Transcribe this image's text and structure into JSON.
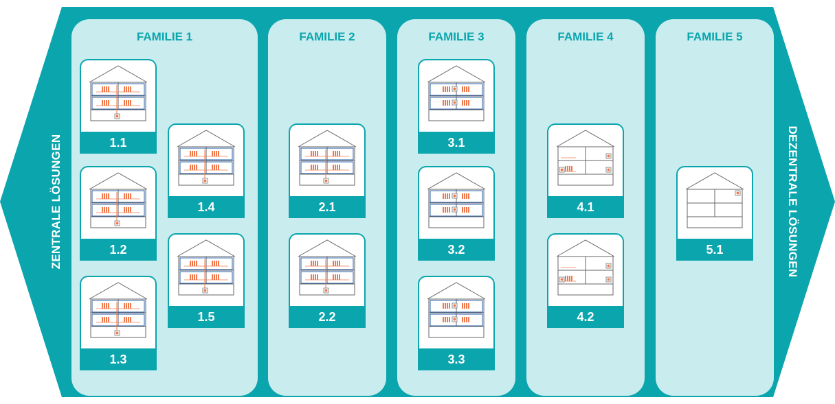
{
  "side_labels": {
    "left": "ZENTRALE LÖSUNGEN",
    "right": "DEZENTRALE LÖSUNGEN"
  },
  "colors": {
    "teal": "#0aa5ad",
    "panel": "#c9ecef",
    "radiator": "#f07a4d",
    "pipe": "#2a5fa8"
  },
  "families": [
    {
      "title": "FAMILIE 1",
      "cards": [
        {
          "label": "1.1"
        },
        {
          "label": "1.2"
        },
        {
          "label": "1.3"
        },
        {
          "label": "1.4"
        },
        {
          "label": "1.5"
        }
      ]
    },
    {
      "title": "FAMILIE 2",
      "cards": [
        {
          "label": "2.1"
        },
        {
          "label": "2.2"
        }
      ]
    },
    {
      "title": "FAMILIE 3",
      "cards": [
        {
          "label": "3.1"
        },
        {
          "label": "3.2"
        },
        {
          "label": "3.3"
        }
      ]
    },
    {
      "title": "FAMILIE 4",
      "cards": [
        {
          "label": "4.1"
        },
        {
          "label": "4.2"
        }
      ]
    },
    {
      "title": "FAMILIE 5",
      "cards": [
        {
          "label": "5.1"
        }
      ]
    }
  ]
}
